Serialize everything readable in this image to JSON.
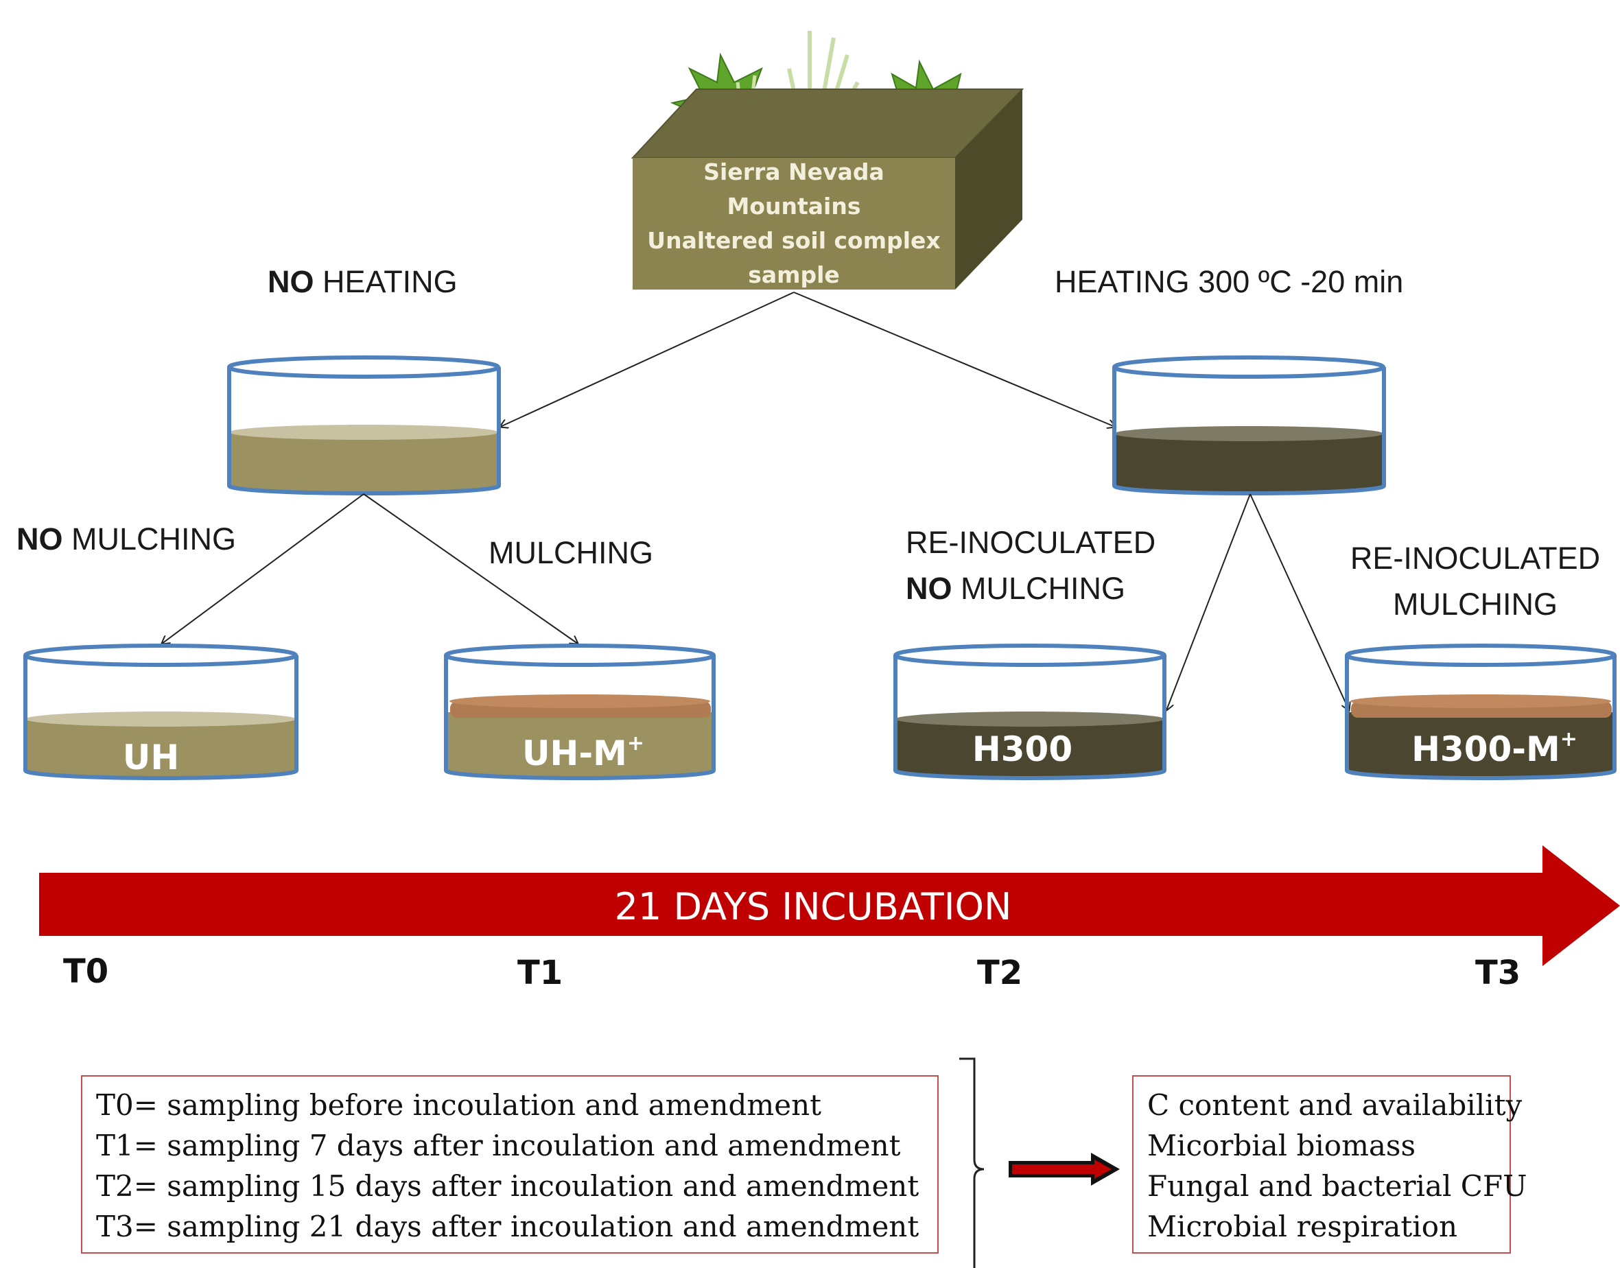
{
  "soil_sample": {
    "lines": [
      "Sierra Nevada",
      "Mountains",
      "Unaltered soil complex",
      "sample"
    ]
  },
  "branches": {
    "left": {
      "bold": "NO",
      "rest": " HEATING"
    },
    "right": {
      "text": "HEATING 300 ºC -20 min"
    }
  },
  "sub_branches": {
    "no_mulching": {
      "bold": "NO",
      "rest": " MULCHING"
    },
    "mulching": {
      "text": "MULCHING"
    },
    "reinoc_no_mulching": {
      "line1": "RE-INOCULATED",
      "bold": "NO",
      "rest": " MULCHING"
    },
    "reinoc_mulching": {
      "line1": "RE-INOCULATED",
      "line2": "MULCHING"
    }
  },
  "dishes": [
    {
      "label": "UH",
      "sup": ""
    },
    {
      "label": "UH-M",
      "sup": "+"
    },
    {
      "label": "H300",
      "sup": ""
    },
    {
      "label": "H300-M",
      "sup": "+"
    }
  ],
  "timeline": {
    "label": "21 DAYS INCUBATION",
    "ticks": [
      "T0",
      "T1",
      "T2",
      "T3"
    ]
  },
  "sampling_box": [
    "T0= sampling before incoulation  and amendment",
    "T1= sampling 7 days after incoulation  and amendment",
    "T2= sampling 15 days after incoulation  and amendment",
    "T3= sampling 21 days after incoulation  and amendment"
  ],
  "measures_box": [
    "C content and availability",
    "Micorbial biomass",
    "Fungal and bacterial CFU",
    "Microbial respiration"
  ],
  "colors": {
    "dish_rim": "#4f81bd",
    "unheated_soil": "#9c9161",
    "heated_soil": "#4a4630",
    "mulch": "#b07a52",
    "banner": "#c00000",
    "box_border": "#c0504d",
    "block_front": "#8c8450",
    "block_top": "#6e6a40",
    "block_side": "#4d4a2a",
    "plant_green": "#5ea32a"
  }
}
